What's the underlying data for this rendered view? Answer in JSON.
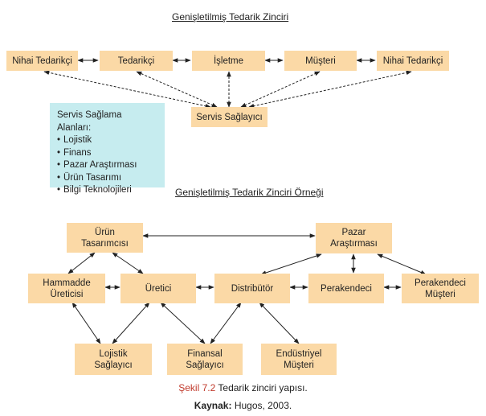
{
  "top_diagram": {
    "title": "Genişletilmiş Tedarik Zinciri",
    "nodes": {
      "nihai_left": "Nihai Tedarikçi",
      "tedarikci": "Tedarikçi",
      "isletme": "İşletme",
      "musteri": "Müşteri",
      "nihai_right": "Nihai Tedarikçi",
      "servis": "Servis Sağlayıcı"
    },
    "service_areas": {
      "heading": "Servis Sağlama Alanları:",
      "items": [
        "Lojistik",
        "Finans",
        "Pazar Araştırması",
        "Ürün Tasarımı",
        "Bilgi Teknolojileri"
      ]
    }
  },
  "bottom_diagram": {
    "title": "Genişletilmiş Tedarik Zinciri Örneği",
    "nodes": {
      "urun_tasarimcisi": [
        "Ürün",
        "Tasarımcısı"
      ],
      "pazar_arastirmasi": [
        "Pazar",
        "Araştırması"
      ],
      "hammadde": [
        "Hammadde",
        "Üreticisi"
      ],
      "uretici": "Üretici",
      "distributor": "Distribütör",
      "perakendeci": "Perakendeci",
      "perakendeci_musteri": [
        "Perakendeci",
        "Müşteri"
      ],
      "lojistik": [
        "Lojistik",
        "Sağlayıcı"
      ],
      "finansal": [
        "Finansal",
        "Sağlayıcı"
      ],
      "endustriyel": [
        "Endüstriyel",
        "Müşteri"
      ]
    }
  },
  "caption": {
    "label": "Şekil 7.2",
    "text": "Tedarik zinciri yapısı."
  },
  "source": {
    "label": "Kaynak:",
    "text": "Hugos, 2003."
  }
}
